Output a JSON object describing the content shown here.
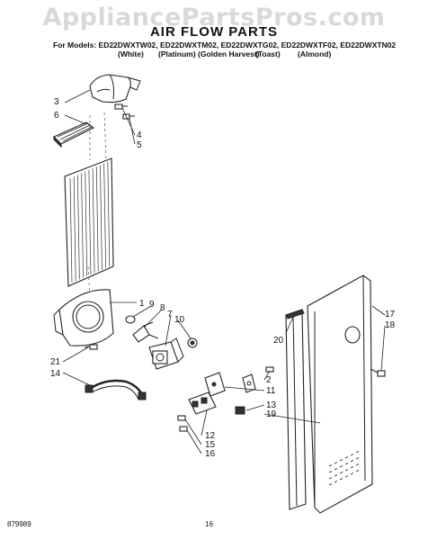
{
  "watermark": "AppliancePartsPros.com",
  "title": "AIR FLOW PARTS",
  "models_line": "For Models: ED22DWXTW02, ED22DWXTM02, ED22DWXTG02, ED22DWXTF02, ED22DWXTN02",
  "colors": [
    "(White)",
    "(Platinum)",
    "(Golden Harvest)",
    "(Toast)",
    "(Almond)"
  ],
  "part_labels": {
    "p3": "3",
    "p6": "6",
    "p4": "4",
    "p5": "5",
    "p1": "1",
    "p9": "9",
    "p8": "8",
    "p7": "7",
    "p10": "10",
    "p21": "21",
    "p14": "14",
    "p20": "20",
    "p17": "17",
    "p18": "18",
    "p2": "2",
    "p11": "11",
    "p13": "13",
    "p19": "19",
    "p12": "12",
    "p15": "15",
    "p16": "16"
  },
  "footer": {
    "diagram_number": "879989",
    "page_number": "16"
  }
}
